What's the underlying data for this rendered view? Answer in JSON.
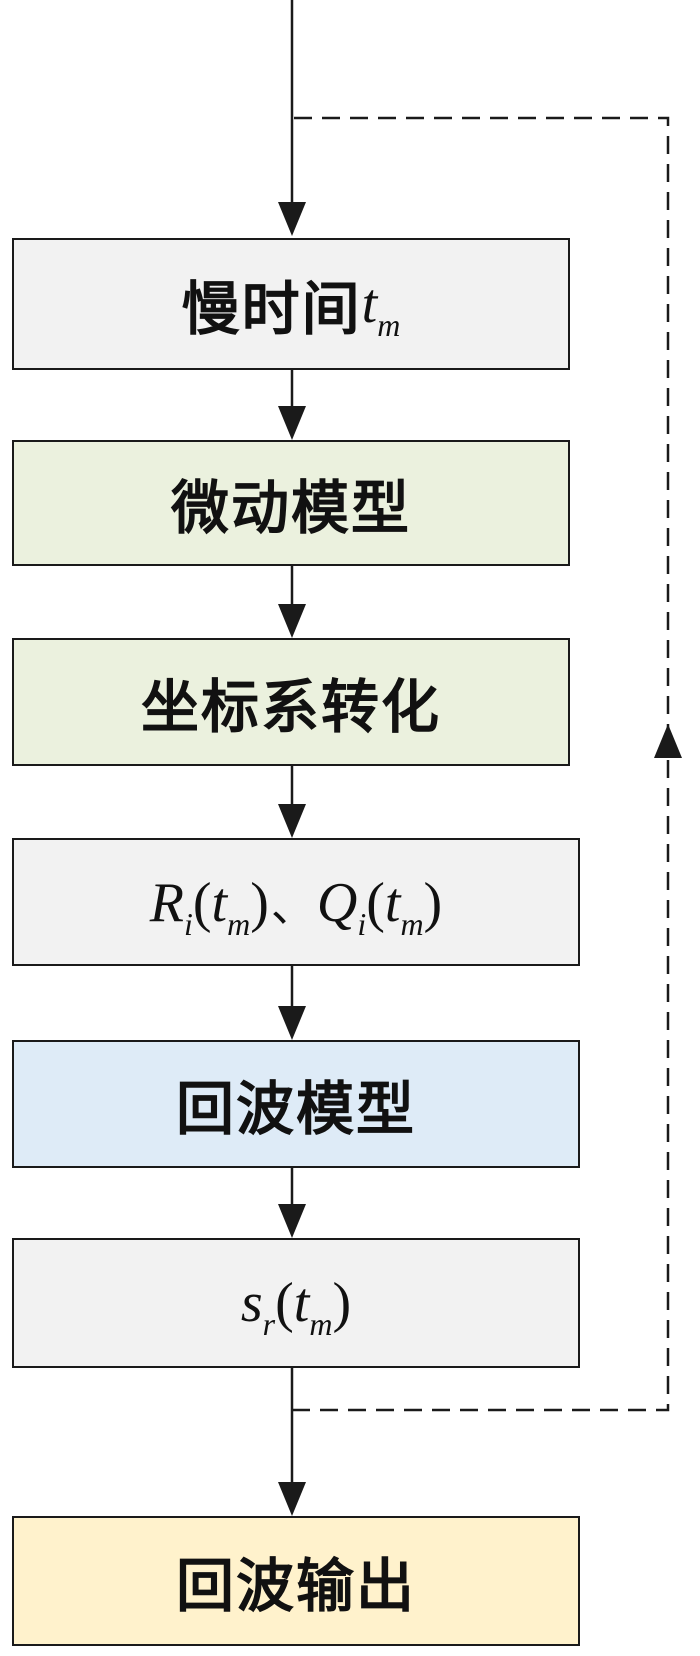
{
  "colors": {
    "gray_box": "#f2f2f2",
    "green_box": "#ebf1de",
    "blue_box": "#deebf7",
    "yellow_box": "#fff2cc",
    "stroke": "#1a1a1a"
  },
  "nodes": {
    "slow_time": {
      "label": "慢时间",
      "var": "t",
      "var_sub": "m"
    },
    "micro_motion": {
      "label": "微动模型"
    },
    "coord_transform": {
      "label": "坐标系转化"
    },
    "rq": {
      "r_var": "R",
      "r_sub": "i",
      "r_arg": "t",
      "r_arg_sub": "m",
      "separator": "、",
      "q_var": "Q",
      "q_sub": "i",
      "q_arg": "t",
      "q_arg_sub": "m"
    },
    "echo_model": {
      "label": "回波模型"
    },
    "sr": {
      "var": "s",
      "var_sub": "r",
      "arg": "t",
      "arg_sub": "m"
    },
    "echo_output": {
      "label": "回波输出"
    }
  },
  "icons": {
    "arrow": "arrow-down-icon",
    "feedback": "feedback-loop-icon"
  }
}
